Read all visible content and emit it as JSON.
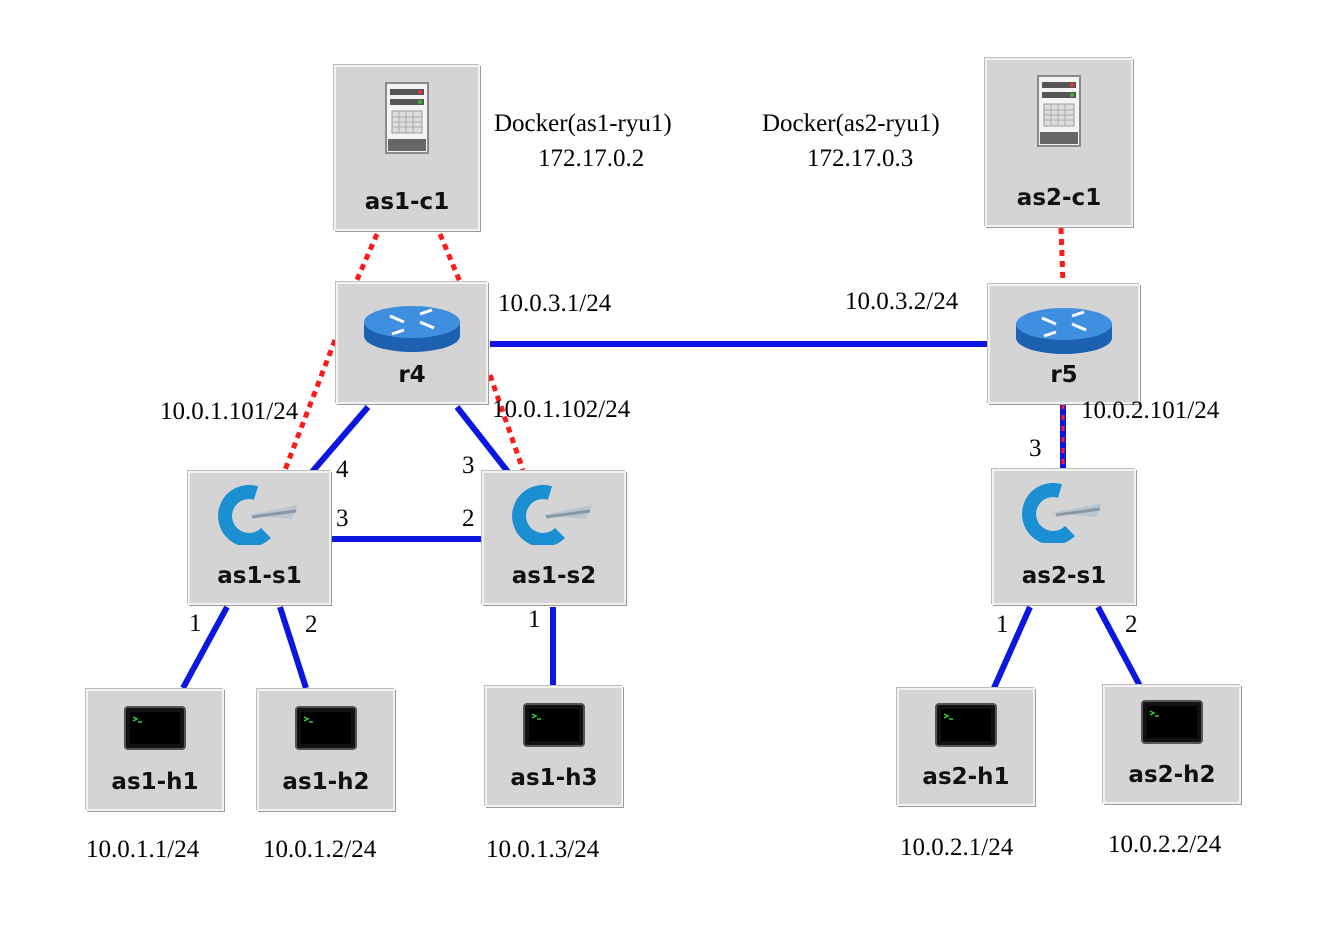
{
  "nodes": {
    "as1_c1": {
      "label": "as1-c1",
      "icon": "server-icon"
    },
    "as2_c1": {
      "label": "as2-c1",
      "icon": "server-icon"
    },
    "r4": {
      "label": "r4",
      "icon": "router-icon"
    },
    "r5": {
      "label": "r5",
      "icon": "router-icon"
    },
    "as1_s1": {
      "label": "as1-s1",
      "icon": "switch-icon"
    },
    "as1_s2": {
      "label": "as1-s2",
      "icon": "switch-icon"
    },
    "as2_s1": {
      "label": "as2-s1",
      "icon": "switch-icon"
    },
    "as1_h1": {
      "label": "as1-h1",
      "icon": "terminal-icon"
    },
    "as1_h2": {
      "label": "as1-h2",
      "icon": "terminal-icon"
    },
    "as1_h3": {
      "label": "as1-h3",
      "icon": "terminal-icon"
    },
    "as2_h1": {
      "label": "as2-h1",
      "icon": "terminal-icon"
    },
    "as2_h2": {
      "label": "as2-h2",
      "icon": "terminal-icon"
    }
  },
  "annotations": {
    "as1_docker": "Docker(as1-ryu1)",
    "as1_docker_ip": "172.17.0.2",
    "as2_docker": "Docker(as2-ryu1)",
    "as2_docker_ip": "172.17.0.3",
    "r4_r5_left": "10.0.3.1/24",
    "r4_r5_right": "10.0.3.2/24",
    "r4_s1": "10.0.1.101/24",
    "r4_s2": "10.0.1.102/24",
    "r5_s1": "10.0.2.101/24",
    "as1_h1_ip": "10.0.1.1/24",
    "as1_h2_ip": "10.0.1.2/24",
    "as1_h3_ip": "10.0.1.3/24",
    "as2_h1_ip": "10.0.2.1/24",
    "as2_h2_ip": "10.0.2.2/24"
  },
  "ports": {
    "s1_r4": "4",
    "s2_r4": "3",
    "s1_s2": "3",
    "s2_s1": "2",
    "s1_h1": "1",
    "s1_h2": "2",
    "s2_h3": "1",
    "as2s1_r5": "3",
    "as2s1_h1": "1",
    "as2s1_h2": "2"
  },
  "colors": {
    "data_link": "#0b16e0",
    "control_link": "#ff1a1a",
    "node_bg": "#d4d4d4"
  }
}
